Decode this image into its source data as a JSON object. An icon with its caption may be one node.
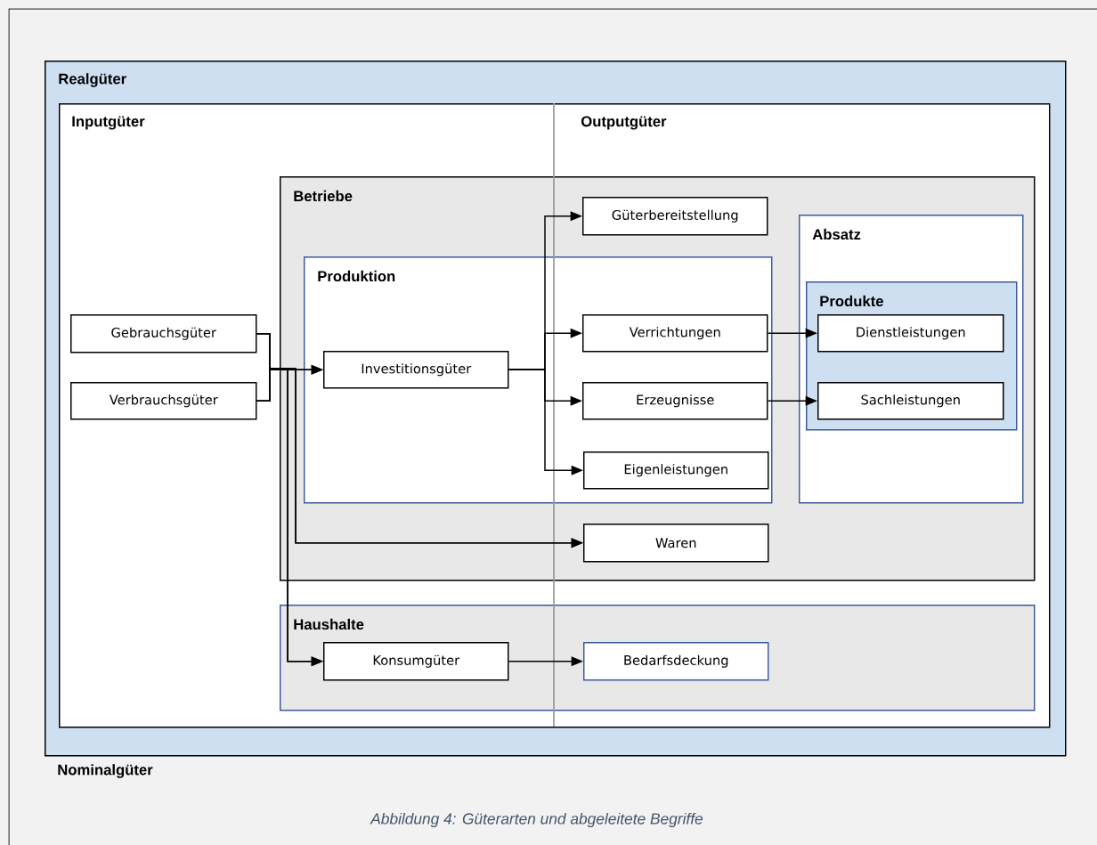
{
  "diagram": {
    "caption": "Abbildung 4: Güterarten und abgeleitete Begriffe",
    "nodes": [
      {
        "text": [
          "Realgüter"
        ]
      },
      {
        "text": [
          "Inputgüter",
          "Outputgüter"
        ],
        "in": 0
      },
      {
        "text": [
          "Betriebe"
        ],
        "in": 1
      },
      {
        "text": [
          "Produktion"
        ],
        "in": 2
      },
      {
        "text": [
          "Absatz"
        ],
        "in": 2
      },
      {
        "text": [
          "Produkte"
        ],
        "in": 4
      },
      {
        "text": [
          "Haushalte"
        ],
        "in": 1
      },
      {
        "text": [
          "Gebrauchsgüter"
        ],
        "in": 1
      },
      {
        "text": [
          "Verbrauchsgüter"
        ],
        "in": 1
      },
      {
        "text": [
          "Güterbereitstellung"
        ],
        "in": 2
      },
      {
        "text": [
          "Investitionsgüter"
        ],
        "in": 3
      },
      {
        "text": [
          "Verrichtungen"
        ],
        "in": 3
      },
      {
        "text": [
          "Erzeugnisse"
        ],
        "in": 3
      },
      {
        "text": [
          "Eigenleistungen"
        ],
        "in": 3
      },
      {
        "text": [
          "Dienstleistungen"
        ],
        "in": 5
      },
      {
        "text": [
          "Sachleistungen"
        ],
        "in": 5
      },
      {
        "text": [
          "Waren"
        ],
        "in": 2
      },
      {
        "text": [
          "Konsumgüter"
        ],
        "in": 6
      },
      {
        "text": [
          "Bedarfsdeckung"
        ],
        "in": 6
      }
    ],
    "edges": [
      {
        "from": 7,
        "to": 10,
        "arrow": "to"
      },
      {
        "from": 8,
        "to": 10,
        "arrow": "to"
      },
      {
        "from": 7,
        "to": 16,
        "arrow": "to"
      },
      {
        "from": 8,
        "to": 16,
        "arrow": "to"
      },
      {
        "from": 7,
        "to": 17,
        "arrow": "to"
      },
      {
        "from": 8,
        "to": 17,
        "arrow": "to"
      },
      {
        "from": 10,
        "to": 9,
        "arrow": "to"
      },
      {
        "from": 10,
        "to": 11,
        "arrow": "to"
      },
      {
        "from": 10,
        "to": 12,
        "arrow": "to"
      },
      {
        "from": 10,
        "to": 13,
        "arrow": "to"
      },
      {
        "from": 11,
        "to": 14,
        "arrow": "to"
      },
      {
        "from": 12,
        "to": 15,
        "arrow": "to"
      },
      {
        "from": 17,
        "to": 18,
        "arrow": "to"
      }
    ],
    "labels": [
      "Nominalgüter"
    ]
  }
}
